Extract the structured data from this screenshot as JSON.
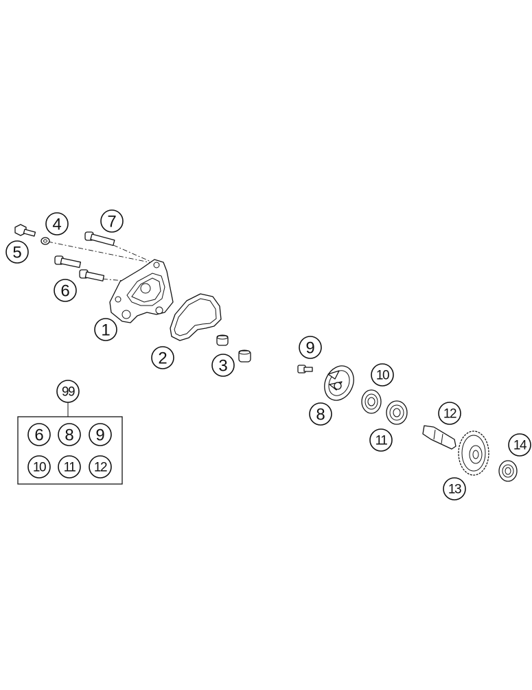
{
  "callouts": {
    "c1": "1",
    "c2": "2",
    "c3": "3",
    "c4": "4",
    "c5": "5",
    "c6": "6",
    "c7": "7",
    "c8": "8",
    "c9": "9",
    "c10": "10",
    "c11": "11",
    "c12": "12",
    "c13": "13",
    "c14": "14",
    "c99": "99"
  },
  "kit": {
    "label": "99",
    "items": [
      "6",
      "8",
      "9",
      "10",
      "11",
      "12"
    ]
  }
}
